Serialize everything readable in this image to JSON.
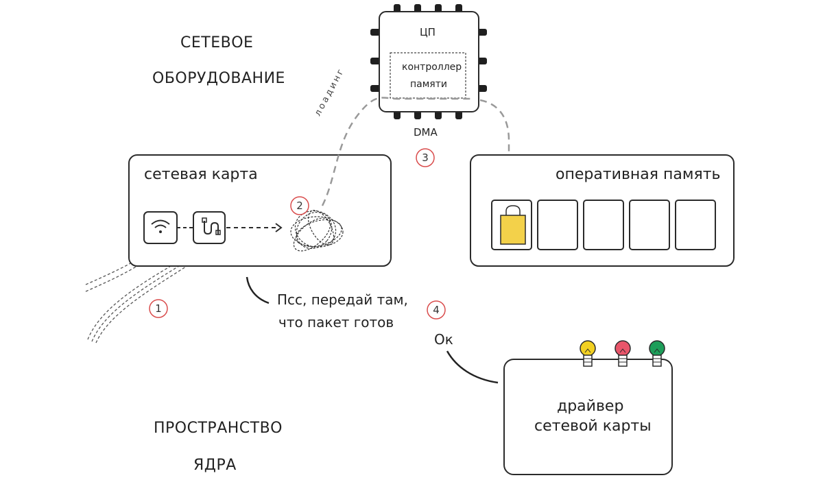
{
  "sections": {
    "network_line1": "СЕТЕВОЕ",
    "network_line2": "ОБОРУДОВАНИЕ",
    "kernel_line1": "ПРОСТРАНСТВО",
    "kernel_line2": "ЯДРА"
  },
  "cpu": {
    "label": "ЦП",
    "controller_line1": "контроллер",
    "controller_line2": "памяти",
    "dma_label": "DMA"
  },
  "nic": {
    "title": "сетевая карта",
    "wifi_icon": "wifi-icon",
    "port_icon": "cable-port-icon"
  },
  "ram": {
    "title": "оперативная память",
    "cells": 5,
    "filled_cell_icon": "packet-bag-icon",
    "filled_cell_color": "#f3d14a"
  },
  "loading_label": "лоадинг",
  "steps": [
    "1",
    "2",
    "3",
    "4"
  ],
  "speech": {
    "line1": "Псс, передай там,",
    "line2": "что пакет готов",
    "reply": "Ок"
  },
  "driver": {
    "line1": "драйвер",
    "line2": "сетевой карты",
    "bulb_colors": [
      "#f2d022",
      "#e8556a",
      "#1e9e5a"
    ]
  },
  "step_ring_color": "#d94b4b"
}
